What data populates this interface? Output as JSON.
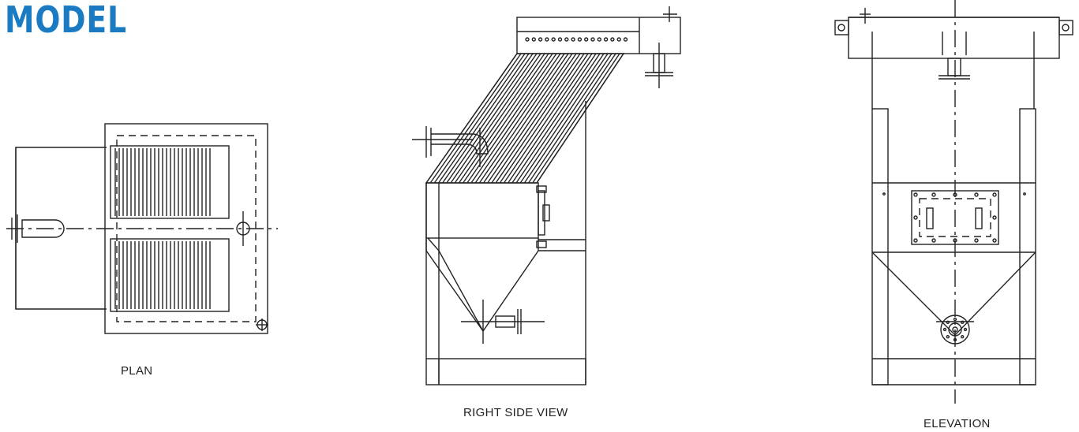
{
  "title": "MODEL",
  "title_color": "#1a7ac2",
  "views": [
    {
      "label": "PLAN"
    },
    {
      "label": "RIGHT SIDE VIEW"
    },
    {
      "label": "ELEVATION"
    }
  ]
}
